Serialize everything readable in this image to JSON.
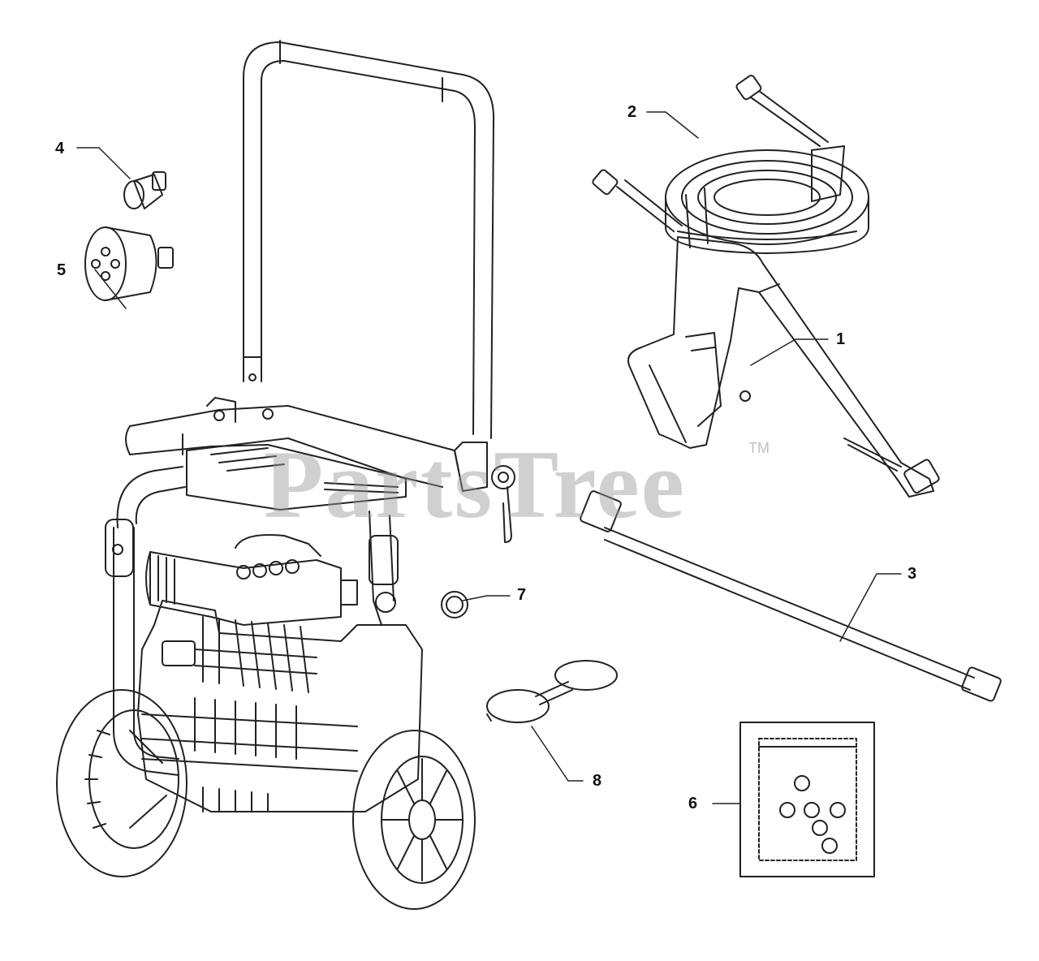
{
  "diagram": {
    "callouts": [
      {
        "id": "1",
        "label": "1"
      },
      {
        "id": "2",
        "label": "2"
      },
      {
        "id": "3",
        "label": "3"
      },
      {
        "id": "4",
        "label": "4"
      },
      {
        "id": "5",
        "label": "5"
      },
      {
        "id": "6",
        "label": "6"
      },
      {
        "id": "7",
        "label": "7"
      },
      {
        "id": "8",
        "label": "8"
      }
    ],
    "watermark": {
      "text": "PartsTree",
      "trademark": "TM"
    }
  },
  "colors": {
    "line": "#222222",
    "background": "#ffffff",
    "watermark": "#969696"
  }
}
